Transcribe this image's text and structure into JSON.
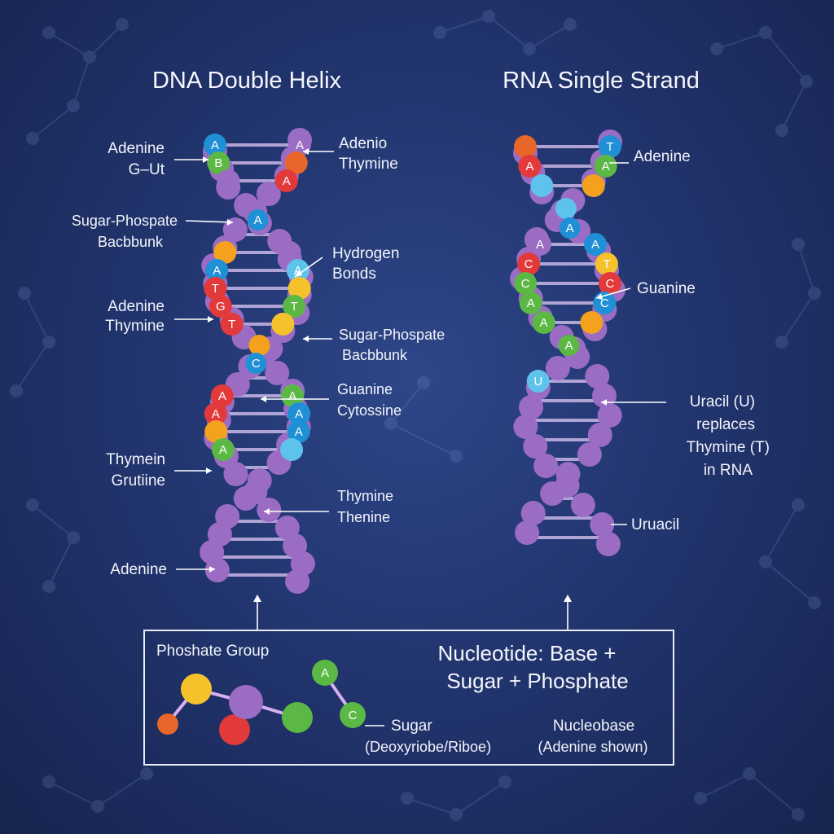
{
  "titles": {
    "dna": "DNA Double Helix",
    "rna": "RNA Single Strand"
  },
  "dna_labels": {
    "l1_line1": "Adenine",
    "l1_line2": "G–Ut",
    "l2_line1": "Sugar-Phospate",
    "l2_line2": "Bacbbunk",
    "l3_line1": "Adenine",
    "l3_line2": "Thymine",
    "l4_line1": "Thymein",
    "l4_line2": "Grutiine",
    "l5": "Adenine",
    "r1_line1": "Adenio",
    "r1_line2": "Thymine",
    "r2_line1": "Hydrogen",
    "r2_line2": "Bonds",
    "r3_line1": "Sugar-Phospate",
    "r3_line2": "Bacbbunk",
    "r4_line1": "Guanine",
    "r4_line2": "Cytossine",
    "r5_line1": "Thymine",
    "r5_line2": "Thenine"
  },
  "rna_labels": {
    "adenine": "Adenine",
    "guanine": "Guanine",
    "uracil_line1": "Uracil (U)",
    "uracil_line2": "replaces",
    "uracil_line3": "Thymine (T)",
    "uracil_line4": "in RNA",
    "uruacil": "Uruacil"
  },
  "nucleotide_box": {
    "phosphate_label": "Phoshate Group",
    "title_line1": "Nucleotide: Base +",
    "title_line2": "Sugar + Phosphate",
    "sugar_line1": "Sugar",
    "sugar_line2": "(Deoxyriobe/Riboe)",
    "base_line1": "Nucleobase",
    "base_line2": "(Adenine shown)",
    "bead_a": "A",
    "bead_c": "C"
  },
  "colors": {
    "purple": "#9b6cc4",
    "blue": "#1f8fd6",
    "light_blue": "#5ec3ec",
    "green": "#5bb844",
    "red": "#e23a3a",
    "orange": "#f4a21e",
    "yellow": "#f6c22b",
    "dark_orange": "#e8662a",
    "rung": "#c9b6e6"
  },
  "dna_beads": [
    {
      "c": "blue",
      "t": "A"
    },
    {
      "c": "purple",
      "t": "A"
    },
    {
      "c": "green",
      "t": "B"
    },
    {
      "c": "dark_orange",
      "t": ""
    },
    {
      "c": "purple",
      "t": ""
    },
    {
      "c": "red",
      "t": "A"
    },
    {
      "c": "blue",
      "t": "A"
    },
    {
      "c": "purple",
      "t": ""
    },
    {
      "c": "orange",
      "t": ""
    },
    {
      "c": "light_blue",
      "t": "A"
    },
    {
      "c": "blue",
      "t": "A"
    },
    {
      "c": "yellow",
      "t": ""
    },
    {
      "c": "red",
      "t": "T"
    },
    {
      "c": "green",
      "t": "T"
    },
    {
      "c": "red",
      "t": "G"
    },
    {
      "c": "yellow",
      "t": ""
    },
    {
      "c": "red",
      "t": "T"
    },
    {
      "c": "orange",
      "t": ""
    },
    {
      "c": "blue",
      "t": "C"
    },
    {
      "c": "red",
      "t": "A"
    },
    {
      "c": "green",
      "t": "A"
    },
    {
      "c": "red",
      "t": "A"
    },
    {
      "c": "blue",
      "t": "A"
    },
    {
      "c": "orange",
      "t": ""
    },
    {
      "c": "blue",
      "t": "A"
    },
    {
      "c": "green",
      "t": "A"
    },
    {
      "c": "light_blue",
      "t": ""
    }
  ],
  "rna_beads": [
    {
      "c": "dark_orange",
      "t": ""
    },
    {
      "c": "blue",
      "t": "T"
    },
    {
      "c": "red",
      "t": "A"
    },
    {
      "c": "green",
      "t": "A"
    },
    {
      "c": "light_blue",
      "t": ""
    },
    {
      "c": "orange",
      "t": ""
    },
    {
      "c": "light_blue",
      "t": ""
    },
    {
      "c": "blue",
      "t": "A"
    },
    {
      "c": "blue",
      "t": "A"
    },
    {
      "c": "purple",
      "t": "A"
    },
    {
      "c": "yellow",
      "t": "T"
    },
    {
      "c": "red",
      "t": "C"
    },
    {
      "c": "red",
      "t": "C"
    },
    {
      "c": "green",
      "t": "C"
    },
    {
      "c": "blue",
      "t": "C"
    },
    {
      "c": "green",
      "t": "A"
    },
    {
      "c": "orange",
      "t": ""
    },
    {
      "c": "green",
      "t": "A"
    },
    {
      "c": "green",
      "t": "A"
    },
    {
      "c": "light_blue",
      "t": "U"
    }
  ]
}
